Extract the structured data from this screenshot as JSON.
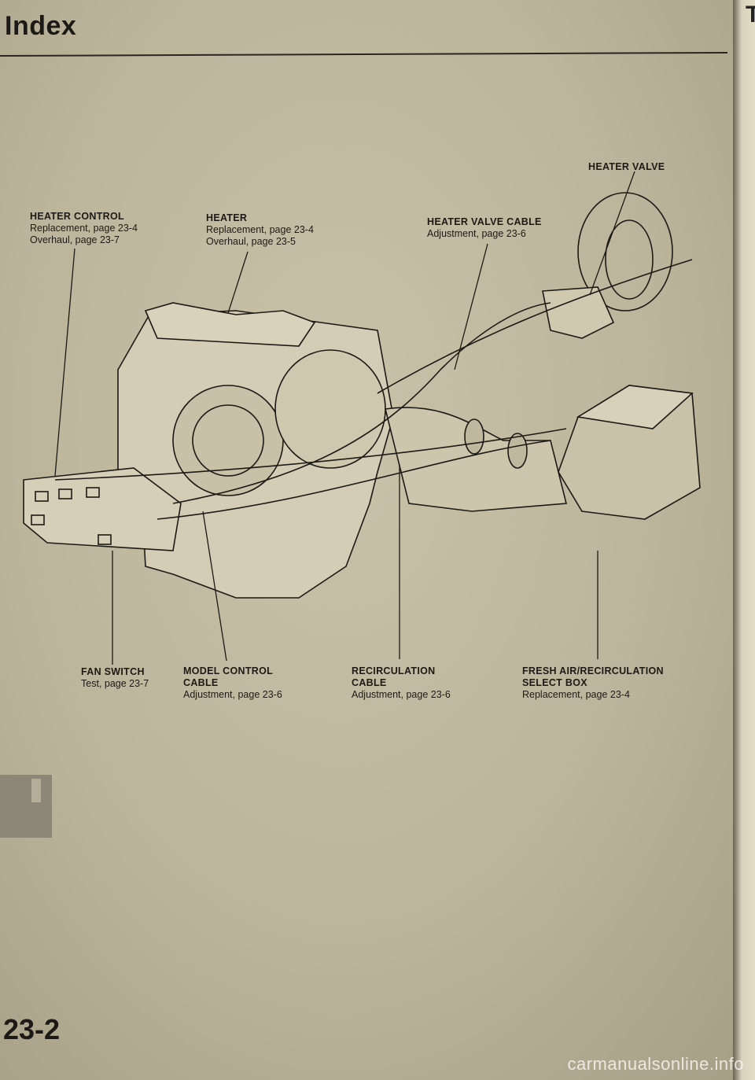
{
  "header": {
    "title": "Index",
    "page_number": "23-2",
    "edge_text": "Tr"
  },
  "callouts": [
    {
      "id": "heater-valve",
      "title": "HEATER VALVE",
      "lines": []
    },
    {
      "id": "heater-control",
      "title": "HEATER CONTROL",
      "lines": [
        "Replacement, page 23-4",
        "Overhaul, page 23-7"
      ]
    },
    {
      "id": "heater",
      "title": "HEATER",
      "lines": [
        "Replacement, page 23-4",
        "Overhaul, page 23-5"
      ]
    },
    {
      "id": "heater-valve-cable",
      "title": "HEATER VALVE CABLE",
      "lines": [
        "Adjustment, page 23-6"
      ]
    },
    {
      "id": "fan-switch",
      "title": "FAN SWITCH",
      "lines": [
        "Test, page 23-7"
      ]
    },
    {
      "id": "model-control-cable",
      "title": "MODEL CONTROL",
      "title2": "CABLE",
      "lines": [
        "Adjustment, page 23-6"
      ]
    },
    {
      "id": "recirculation-cable",
      "title": "RECIRCULATION",
      "title2": "CABLE",
      "lines": [
        "Adjustment, page 23-6"
      ]
    },
    {
      "id": "fresh-air-select-box",
      "title": "FRESH AIR/RECIRCULATION",
      "title2": "SELECT BOX",
      "lines": [
        "Replacement, page 23-4"
      ]
    }
  ],
  "watermark": "carmanualsonline.info"
}
